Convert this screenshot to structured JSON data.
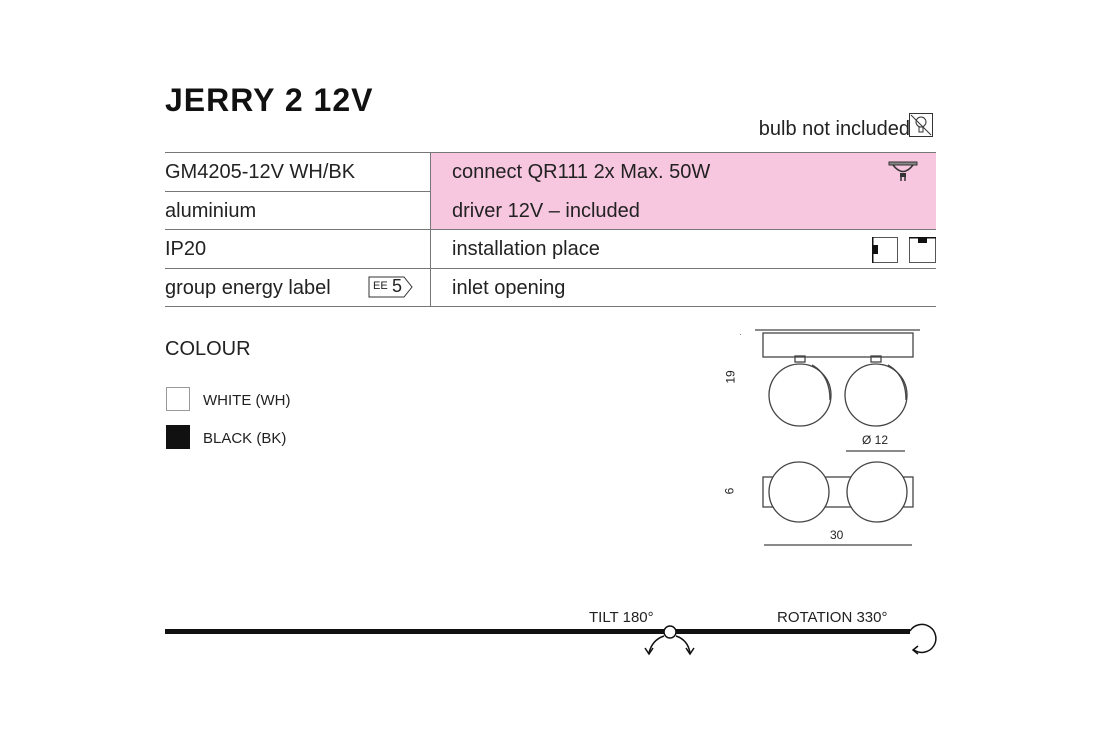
{
  "title": "JERRY 2  12V",
  "bulb_note": "bulb not included",
  "specs": [
    {
      "left": "GM4205-12V WH/BK",
      "right": "connect QR111 2x Max. 50W"
    },
    {
      "left": "aluminium",
      "right": "driver 12V – included"
    },
    {
      "left": "IP20",
      "right": "installation place"
    },
    {
      "left": "group energy label",
      "right": "inlet opening"
    }
  ],
  "energy_label": {
    "prefix": "EE",
    "value": "5"
  },
  "colour": {
    "heading": "COLOUR",
    "options": [
      {
        "label": "WHITE (WH)",
        "color": "#ffffff"
      },
      {
        "label": "BLACK (BK)",
        "color": "#111111"
      }
    ]
  },
  "dimensions": {
    "height": "19",
    "diameter": "Ø 12",
    "depth": "6",
    "width": "30"
  },
  "motion": {
    "tilt": "TILT 180°",
    "rotation": "ROTATION 330°"
  },
  "colors": {
    "highlight": "#f7c6df"
  }
}
